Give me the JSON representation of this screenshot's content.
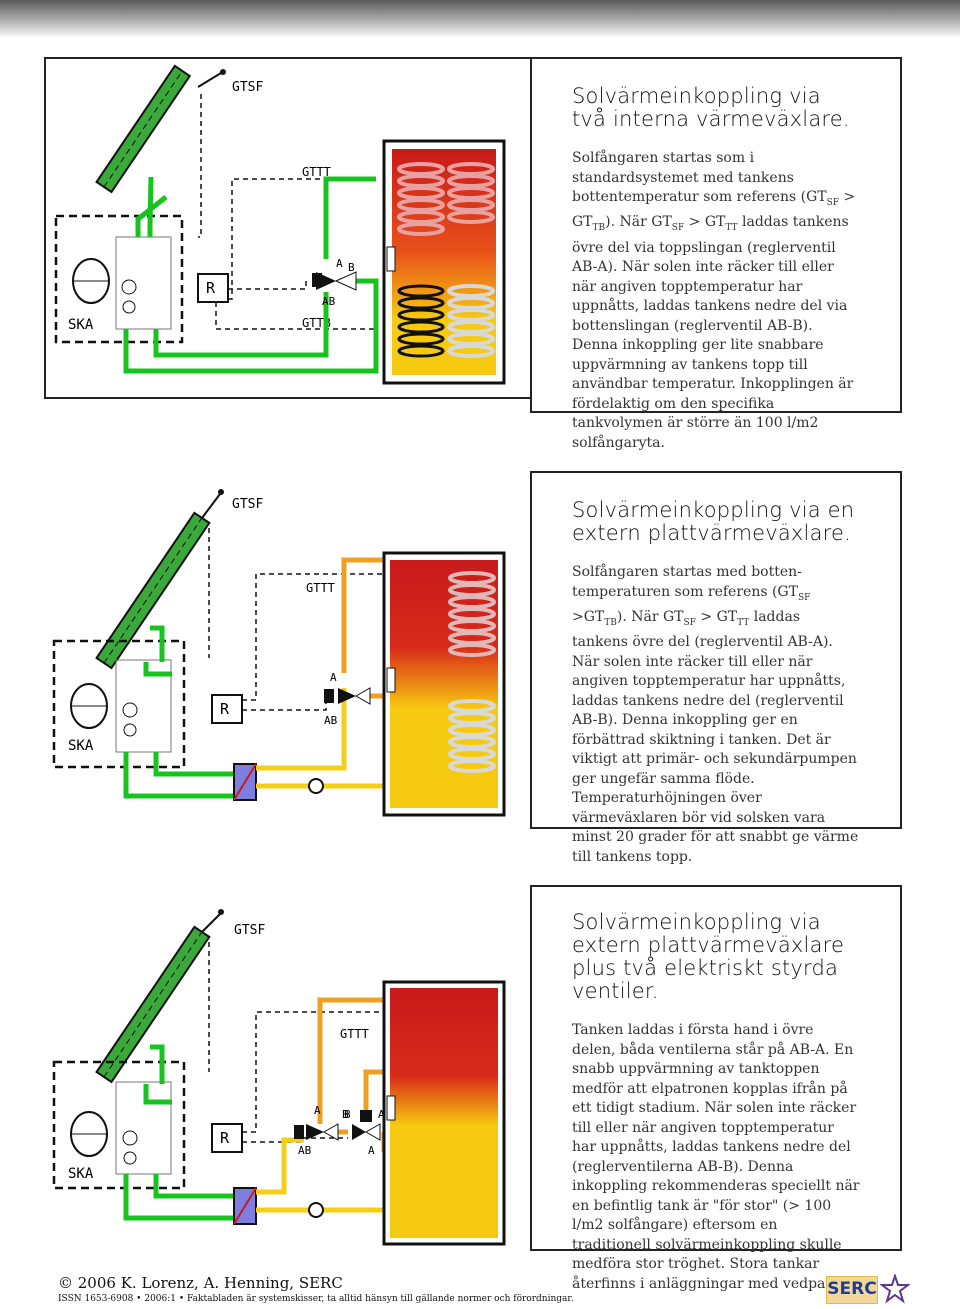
{
  "colors": {
    "collector": "#2f9d2f",
    "pipe_green": "#17c41f",
    "pipe_yellow": "#f4cf16",
    "pipe_orange": "#f0a020",
    "tank_top": "#c81a1a",
    "tank_bottom": "#f6ca10",
    "hx": "#7e7ee0"
  },
  "labels": {
    "gtsf": "GTSF",
    "gttt": "GTTT",
    "gttb": "GTTB",
    "r": "R",
    "ska": "SKA",
    "a": "A",
    "b": "B",
    "ab": "AB"
  },
  "sections": [
    {
      "title": "Solvärmeinkoppling via två interna värmeväxlare.",
      "text_parts": [
        "Solfångaren startas som i standardsystemet med tankens bottentemperatur som referens (GT",
        "SF",
        " > GT",
        "TB",
        "). När GT",
        "SF",
        " > GT",
        "TT",
        " laddas tankens övre del via toppslingan (reglerventil AB-A). När solen inte räcker till eller när angiven topptemperatur har uppnåtts, laddas tankens nedre del via bottenslingan (reglerventil AB-B). Denna inkoppling ger lite snabbare uppvärmning av tankens topp till användbar temperatur. Inkopplingen är fördelaktig om den specifika tankvolymen är större än 100 l/m2 solfångaryta."
      ]
    },
    {
      "title": "Solvärmeinkoppling via en extern plattvärmeväxlare.",
      "text_parts": [
        "Solfångaren startas med botten-temperaturen som referens (GT",
        "SF",
        " >GT",
        "TB",
        "). När GT",
        "SF",
        " > GT",
        "TT",
        " laddas tankens övre del (reglerventil AB-A). När solen inte räcker till eller när angiven topptemperatur har uppnåtts, laddas tankens nedre del (reglerventil AB-B). Denna inkoppling ger en förbättrad skiktning i tanken. Det är viktigt att primär- och sekundärpumpen ger ungefär samma flöde. Temperaturhöjningen över värmeväxlaren bör vid solsken vara minst 20 grader för att snabbt ge värme till tankens topp."
      ]
    },
    {
      "title": "Solvärmeinkoppling via extern plattvärmeväxlare plus två elektriskt styrda ventiler.",
      "text_parts": [
        "Tanken laddas i första hand i övre delen, båda ventilerna står på AB-A. En snabb uppvärmning av tanktoppen medför att elpatronen kopplas ifrån på ett tidigt stadium. När solen inte räcker till eller när angiven topptemperatur har uppnåtts, laddas tankens nedre del (reglerventilerna AB-B). Denna inkoppling rekommenderas speciellt när en befintlig tank är \"för stor\" (> 100 l/m2 solfångare) eftersom en traditionell solvärmeinkoppling skulle medföra stor tröghet. Stora tankar återfinns i anläggningar med vedpanna."
      ]
    }
  ],
  "footer": {
    "copyright": "© 2006 K. Lorenz, A. Henning, SERC",
    "issn": "ISSN 1653-6908 • 2006:1 • Faktabladen är systemskisser, ta alltid hänsyn till gällande normer och förordningar.",
    "logo": "SERC"
  }
}
